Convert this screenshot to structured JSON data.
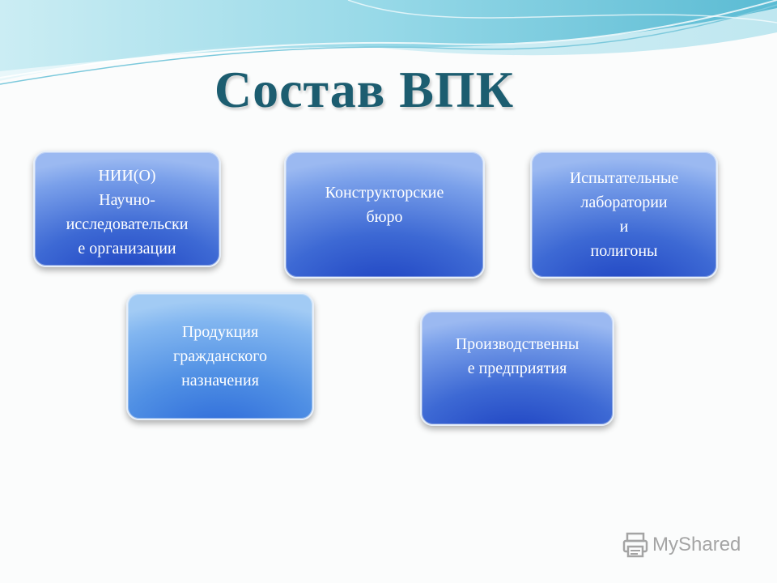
{
  "title": "Состав ВПК",
  "boxes": [
    {
      "lines": [
        "НИИ(О)",
        "Научно-",
        "исследовательски",
        "е организации"
      ]
    },
    {
      "lines": [
        "Конструкторские",
        "бюро"
      ]
    },
    {
      "lines": [
        "Испытательные",
        "лаборатории",
        "и",
        "полигоны"
      ]
    },
    {
      "lines": [
        "Продукция",
        "гражданского",
        "назначения"
      ]
    },
    {
      "lines": [
        "Производственны",
        "е предприятия"
      ]
    }
  ],
  "watermark": {
    "text": "MyShared",
    "icon": "printer-icon"
  },
  "colors": {
    "title": "#1c5d70",
    "box_dark": "#1b3fc0",
    "box_light": "#4f8fe4",
    "wave": "#7fd0e0"
  }
}
